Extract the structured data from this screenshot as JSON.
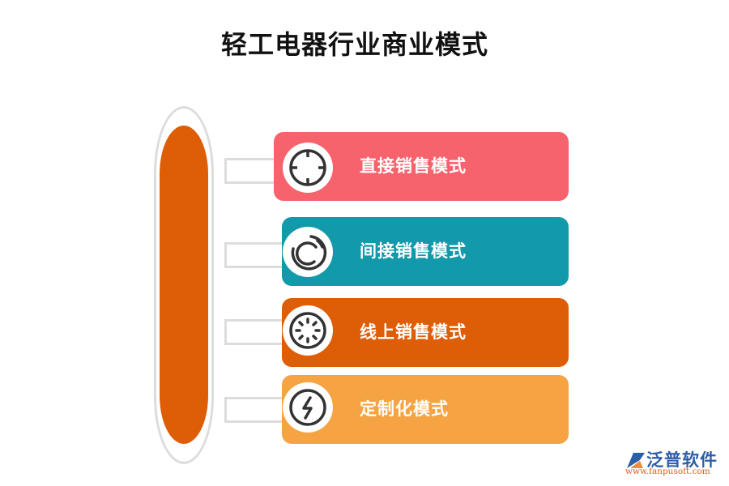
{
  "title": "轻工电器行业商业模式",
  "colors": {
    "pill": "#de5d07",
    "pill_border": "#dcdcdc",
    "icon_stroke": "#333333"
  },
  "items": [
    {
      "label": "直接销售模式",
      "color": "#f7636d",
      "icon": "crosshair-icon"
    },
    {
      "label": "间接销售模式",
      "color": "#129aab",
      "icon": "spiral-loading-icon"
    },
    {
      "label": "线上销售模式",
      "color": "#de5d07",
      "icon": "spinner-icon"
    },
    {
      "label": "定制化模式",
      "color": "#f6a443",
      "icon": "lightning-icon"
    }
  ],
  "logo": {
    "name": "泛普软件",
    "url": "www.fanpusoft.com"
  }
}
